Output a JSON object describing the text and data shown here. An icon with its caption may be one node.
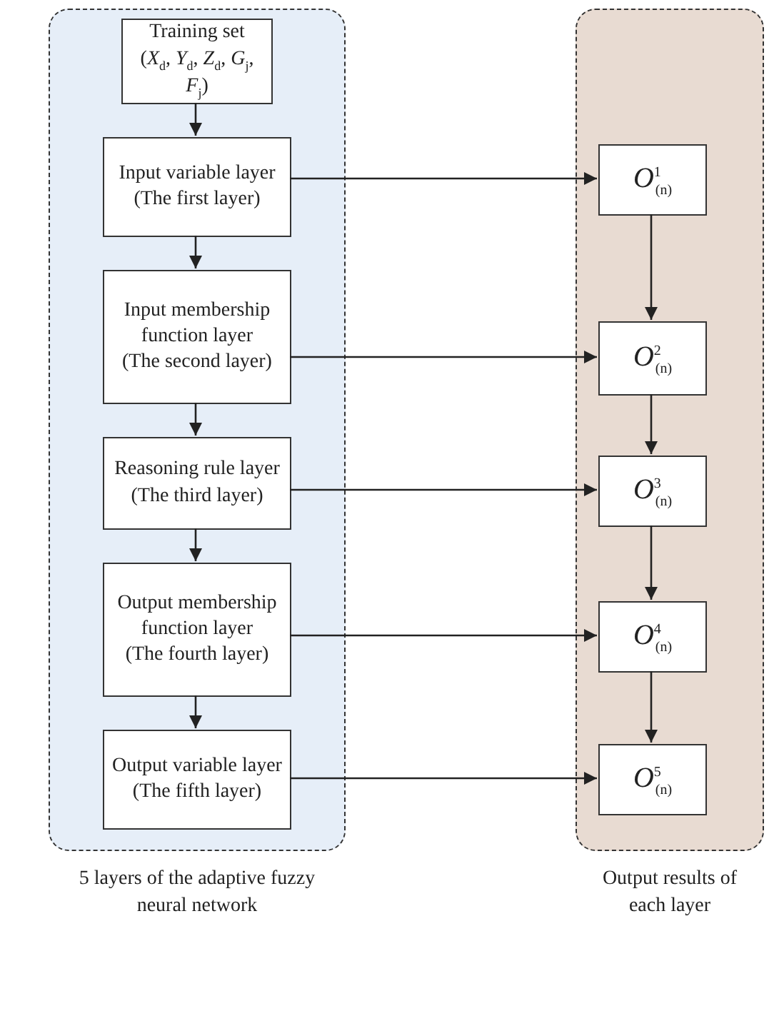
{
  "diagram": {
    "nodes": [
      {
        "text": [
          "5 layers of the adaptive fuzzy neural network"
        ]
      },
      {
        "text": [
          "Output results of each layer"
        ]
      },
      {
        "text": [
          "Training set",
          "(*X*$_{d}$, *Y*$_{d}$, *Z*$_{d}$, *G*$_{j}$, *F*$_{j}$)"
        ],
        "in": 0
      },
      {
        "text": [
          "Input variable layer",
          "(The first layer)"
        ],
        "in": 0
      },
      {
        "text": [
          "Input membership function layer",
          "(The second layer)"
        ],
        "in": 0
      },
      {
        "text": [
          "Reasoning rule layer",
          "(The third layer)"
        ],
        "in": 0
      },
      {
        "text": [
          "Output membership function layer",
          "(The fourth layer)"
        ],
        "in": 0
      },
      {
        "text": [
          "Output variable layer",
          "(The fifth layer)"
        ],
        "in": 0
      },
      {
        "text": [
          "*O*$^{1}$$_{(n)}$"
        ],
        "in": 1
      },
      {
        "text": [
          "*O*$^{2}$$_{(n)}$"
        ],
        "in": 1
      },
      {
        "text": [
          "*O*$^{3}$$_{(n)}$"
        ],
        "in": 1
      },
      {
        "text": [
          "*O*$^{4}$$_{(n)}$"
        ],
        "in": 1
      },
      {
        "text": [
          "*O*$^{5}$$_{(n)}$"
        ],
        "in": 1
      }
    ],
    "edges": [
      {
        "from": 2,
        "to": 3,
        "arrow": "to"
      },
      {
        "from": 3,
        "to": 4,
        "arrow": "to"
      },
      {
        "from": 4,
        "to": 5,
        "arrow": "to"
      },
      {
        "from": 5,
        "to": 6,
        "arrow": "to"
      },
      {
        "from": 6,
        "to": 7,
        "arrow": "to"
      },
      {
        "from": 3,
        "to": 8,
        "arrow": "to"
      },
      {
        "from": 4,
        "to": 9,
        "arrow": "to"
      },
      {
        "from": 5,
        "to": 10,
        "arrow": "to"
      },
      {
        "from": 6,
        "to": 11,
        "arrow": "to"
      },
      {
        "from": 7,
        "to": 12,
        "arrow": "to"
      },
      {
        "from": 8,
        "to": 9,
        "arrow": "to"
      },
      {
        "from": 9,
        "to": 10,
        "arrow": "to"
      },
      {
        "from": 10,
        "to": 11,
        "arrow": "to"
      },
      {
        "from": 11,
        "to": 12,
        "arrow": "to"
      }
    ]
  }
}
